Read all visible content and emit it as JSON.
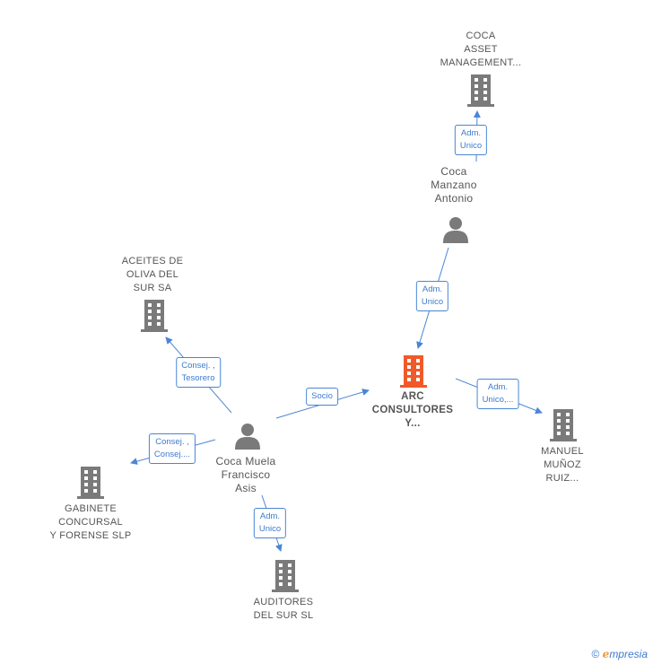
{
  "nodes": {
    "coca_asset": {
      "label": "COCA\nASSET\nMANAGEMENT...",
      "type": "company"
    },
    "coca_manzano": {
      "label": "Coca\nManzano\nAntonio",
      "type": "person"
    },
    "aceites": {
      "label": "ACEITES DE\nOLIVA DEL\nSUR SA",
      "type": "company"
    },
    "arc": {
      "label": "ARC\nCONSULTORES\nY...",
      "type": "company-main"
    },
    "manuel": {
      "label": "MANUEL\nMUÑOZ\nRUIZ...",
      "type": "company"
    },
    "coca_muela": {
      "label": "Coca Muela\nFrancisco\nAsis",
      "type": "person"
    },
    "gabinete": {
      "label": "GABINETE\nCONCURSAL\nY FORENSE SLP",
      "type": "company"
    },
    "auditores": {
      "label": "AUDITORES\nDEL SUR SL",
      "type": "company"
    }
  },
  "edges": {
    "e1": "Adm.\nUnico",
    "e2": "Adm.\nUnico",
    "e3": "Consej. ,\nTesorero",
    "e4": "Socio",
    "e5": "Adm.\nUnico,...",
    "e6": "Consej. ,\nConsej....",
    "e7": "Adm.\nUnico"
  },
  "colors": {
    "company": "#7a7a7a",
    "main": "#f05a28",
    "edge": "#4a86d4"
  },
  "footer": {
    "copyright": "©",
    "brand_initial": "e",
    "brand_rest": "mpresia"
  }
}
